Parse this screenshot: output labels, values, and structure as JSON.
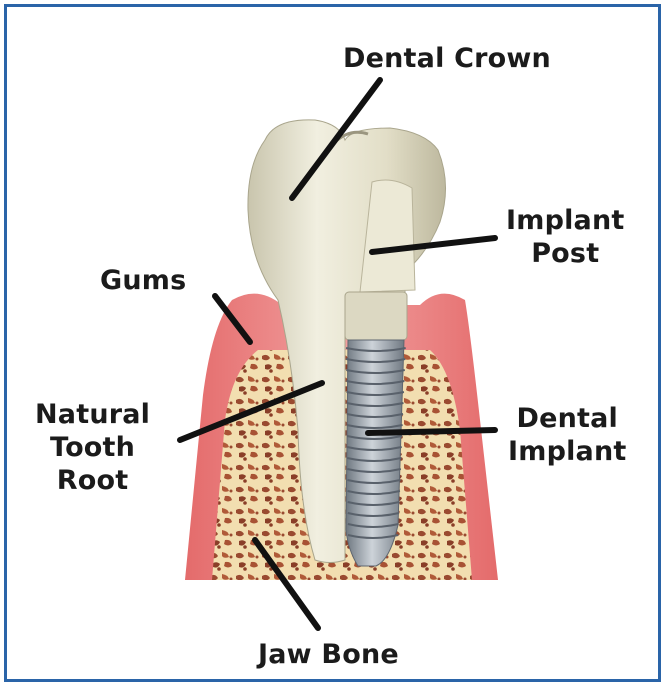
{
  "labels": {
    "dental_crown": "Dental Crown",
    "implant_post": "Implant\nPost",
    "gums": "Gums",
    "natural_tooth_root": "Natural\nTooth\nRoot",
    "dental_implant": "Dental\nImplant",
    "jaw_bone": "Jaw Bone"
  },
  "colors": {
    "frame_border": "#2a64a8",
    "gum": "#e98080",
    "bone": "#f2deb0",
    "marrow": "#9a4a30",
    "tooth": "#e6e2cc",
    "implant": "#9aa2ab",
    "leader_line": "#111111"
  }
}
